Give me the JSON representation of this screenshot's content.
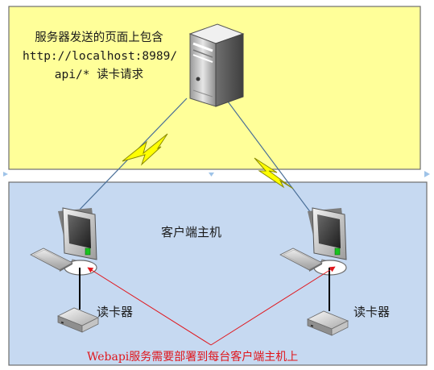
{
  "server_zone": {
    "caption_lines": [
      "服务器发送的页面上包含",
      "http://localhost:8989/",
      "api/* 读卡请求"
    ],
    "fill": "#ffff99"
  },
  "client_zone": {
    "title": "客户端主机",
    "fill": "#c6d9f1"
  },
  "readers": {
    "left_label": "读卡器",
    "right_label": "读卡器"
  },
  "deployment_note": "Webapi服务需要部署到每台客户端主机上",
  "colors": {
    "zone_border": "#6d6d6d",
    "link": "#4a6f98",
    "lightning": "#ffff00",
    "note": "#e0161c"
  },
  "icons": [
    "server-icon",
    "client-pc-icon",
    "card-reader-icon",
    "lightning-icon"
  ]
}
